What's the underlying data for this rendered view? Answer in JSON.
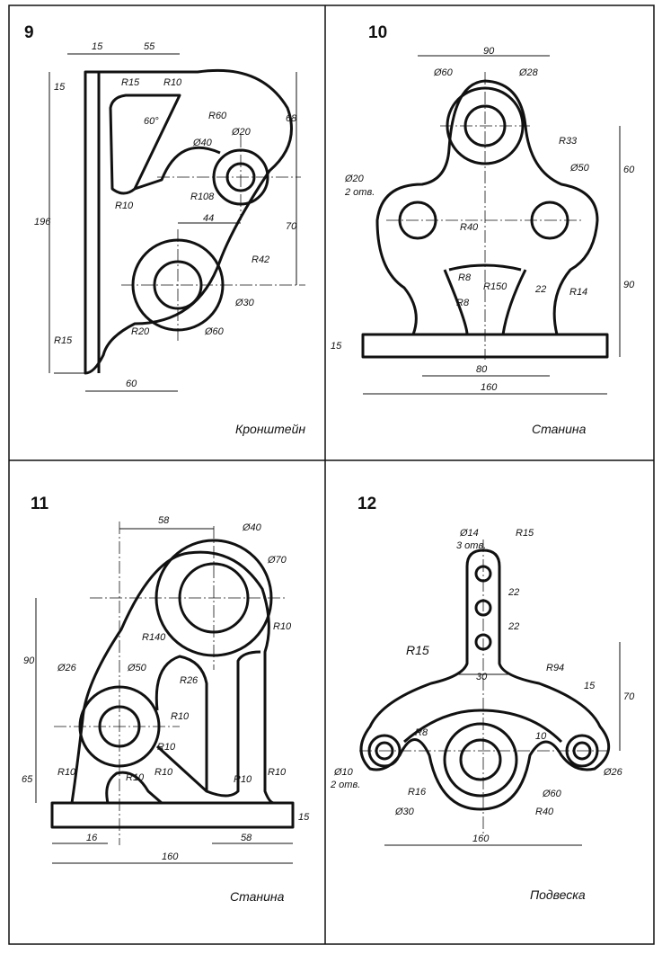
{
  "sheet": {
    "panels": [
      {
        "number": "9",
        "caption": "Кронштейн",
        "dims": [
          "15",
          "55",
          "15",
          "R15",
          "R10",
          "60°",
          "R60",
          "Ø40",
          "Ø20",
          "68",
          "R10",
          "R108",
          "44",
          "70",
          "R42",
          "Ø30",
          "Ø60",
          "196",
          "R15",
          "R20",
          "60"
        ]
      },
      {
        "number": "10",
        "caption": "Станина",
        "dims": [
          "90",
          "Ø60",
          "Ø28",
          "R33",
          "Ø50",
          "60",
          "Ø20",
          "2 отв.",
          "R40",
          "R8",
          "R150",
          "R8",
          "22",
          "R14",
          "90",
          "15",
          "80",
          "160"
        ]
      },
      {
        "number": "11",
        "caption": "Станина",
        "dims": [
          "58",
          "Ø40",
          "Ø70",
          "R10",
          "R140",
          "90",
          "Ø26",
          "Ø50",
          "R26",
          "R10",
          "R10",
          "65",
          "R10",
          "R10",
          "R10",
          "R10",
          "R10",
          "15",
          "16",
          "58",
          "160"
        ]
      },
      {
        "number": "12",
        "caption": "Подвеска",
        "dims": [
          "Ø14",
          "3 отв.",
          "R15",
          "22",
          "22",
          "R15",
          "30",
          "R94",
          "15",
          "70",
          "R8",
          "10",
          "Ø10",
          "2 отв.",
          "R16",
          "Ø60",
          "Ø26",
          "Ø30",
          "R40",
          "160"
        ]
      }
    ]
  }
}
